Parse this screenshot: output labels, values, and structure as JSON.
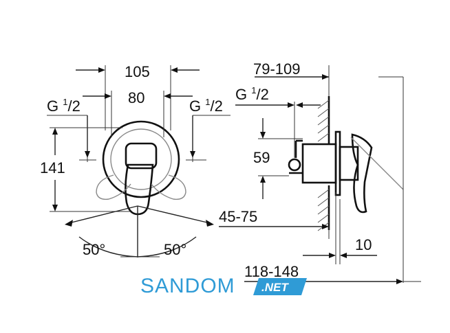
{
  "front_view": {
    "dim_width_total": "105",
    "dim_width_inner": "80",
    "thread_left": {
      "base": "G ",
      "num": "1",
      "den": "2"
    },
    "thread_right": {
      "base": "G ",
      "num": "1",
      "den": "2"
    },
    "dim_height": "141",
    "angle_left": "50°",
    "angle_right": "50°"
  },
  "side_view": {
    "dim_depth": "79-109",
    "thread": {
      "base": "G ",
      "num": "1",
      "den": "2"
    },
    "dim_center": "59",
    "dim_wall": "45-75",
    "dim_plate": "10",
    "dim_total": "118-148"
  },
  "watermark": {
    "name": "SANDOM",
    "suffix": ".NET"
  }
}
